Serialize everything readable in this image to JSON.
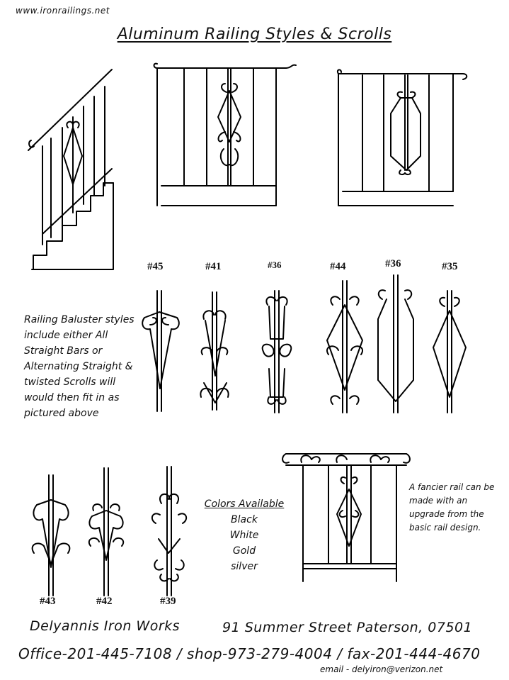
{
  "header": {
    "site_url": "www.ironrailings.net",
    "title": "Aluminum Railing Styles & Scrolls"
  },
  "baluster_styles": [
    {
      "label": "#45"
    },
    {
      "label": "#41"
    },
    {
      "label": "#36"
    },
    {
      "label": "#44"
    },
    {
      "label": "#36"
    },
    {
      "label": "#35"
    },
    {
      "label": "#43"
    },
    {
      "label": "#42"
    },
    {
      "label": "#39"
    }
  ],
  "notes": {
    "left": "Railing Baluster styles include either All Straight Bars or Alternating Straight & twisted Scrolls will would then fit in as pictured above",
    "right": "A fancier rail can be made with an upgrade from the basic rail design."
  },
  "colors": {
    "heading": "Colors Available",
    "options": [
      "Black",
      "White",
      "Gold",
      "silver"
    ]
  },
  "footer": {
    "company": "Delyannis Iron Works",
    "address": "91 Summer Street Paterson, 07501",
    "phones": "Office-201-445-7108 / shop-973-279-4004 / fax-201-444-4670",
    "email": "email - delyiron@verizon.net"
  }
}
